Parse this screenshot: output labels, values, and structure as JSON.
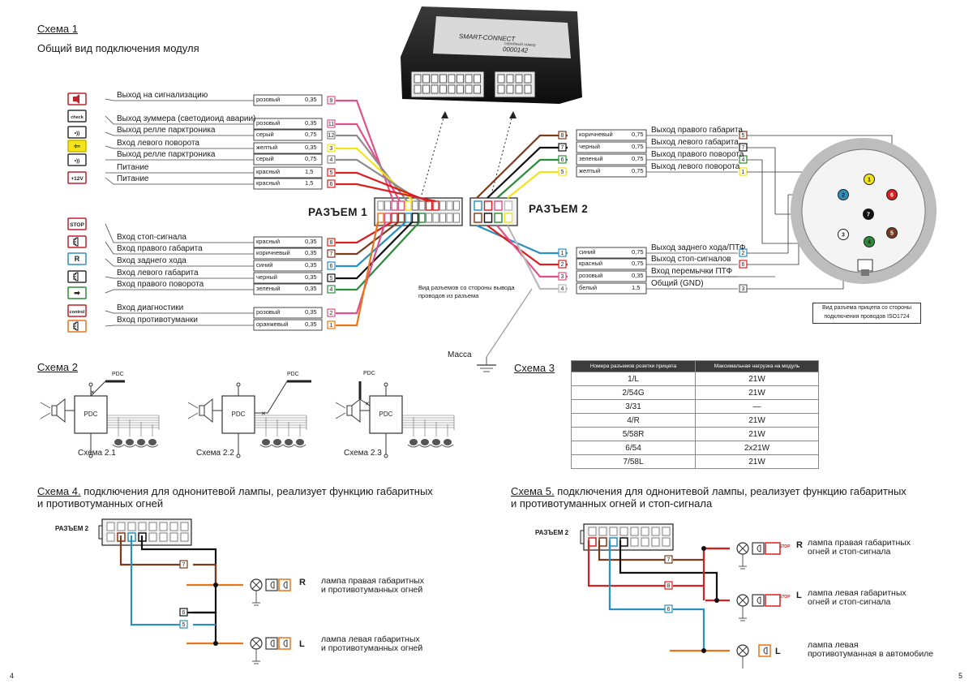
{
  "page_numbers": {
    "left": "4",
    "right": "5"
  },
  "scheme1": {
    "title": "Схема 1",
    "subtitle": "Общий вид подключения модуля",
    "module": {
      "name": "SMART-CONNECT",
      "serial_label": "серийный номер",
      "serial": "0000142"
    },
    "connector1_label": "РАЗЪЕМ 1",
    "connector2_label": "РАЗЪЕМ 2",
    "connector_note": [
      "Вид разъемов со стороны вывода",
      "проводов из разъема"
    ],
    "ground_label": "Масса",
    "left_wires": [
      {
        "icon_text": "",
        "label": "Выход на сигнализацию",
        "color_name": "розовый",
        "section": "0,35",
        "pin": "9",
        "color": "#e0508a"
      },
      {
        "icon_text": "check",
        "label": "Выход  зуммера (светодиоид аварии)",
        "color_name": "розовый",
        "section": "0,35",
        "pin": "11",
        "color": "#e0508a"
      },
      {
        "icon_text": "•))",
        "label": "Выход  релле  парктроника",
        "color_name": "серый",
        "section": "0,75",
        "pin": "12",
        "color": "#8c8c8c"
      },
      {
        "icon_text": "⇦",
        "label": "Вход  левого поворота",
        "color_name": "желтый",
        "section": "0,35",
        "pin": "3",
        "color": "#f2e418"
      },
      {
        "icon_text": "•))",
        "label": "Выход  релле  парктроника",
        "color_name": "серый",
        "section": "0,75",
        "pin": "4",
        "color": "#8c8c8c"
      },
      {
        "icon_text": "",
        "label": "Питание",
        "color_name": "красный",
        "section": "1,5",
        "pin": "5",
        "color": "#d82020"
      },
      {
        "icon_text": "+12V",
        "label": "Питание",
        "color_name": "красный",
        "section": "1,5",
        "pin": "6",
        "color": "#d82020"
      },
      {
        "icon_text": "STOP",
        "label": "Вход  стоп-сигнала",
        "color_name": "красный",
        "section": "0,35",
        "pin": "8",
        "color": "#d82020"
      },
      {
        "icon_text": "",
        "label": "Вход  правого габарита",
        "color_name": "коричневый",
        "section": "0,35",
        "pin": "7",
        "color": "#7a3b1c"
      },
      {
        "icon_text": "R",
        "label": "Вход  заднего хода",
        "color_name": "синий",
        "section": "0,35",
        "pin": "6",
        "color": "#2b8fbf"
      },
      {
        "icon_text": "",
        "label": "Вход  левого габарита",
        "color_name": "черный",
        "section": "0,35",
        "pin": "5",
        "color": "#111111"
      },
      {
        "icon_text": "➡",
        "label": "Вход  правого поворота",
        "color_name": "зеленый",
        "section": "0,35",
        "pin": "4",
        "color": "#2e8b3a"
      },
      {
        "icon_text": "control",
        "label": "Вход  диагностики",
        "color_name": "розовый",
        "section": "0,35",
        "pin": "2",
        "color": "#e0508a"
      },
      {
        "icon_text": "",
        "label": "Вход  противотуманки",
        "color_name": "оранжевый",
        "section": "0,35",
        "pin": "1",
        "color": "#e8751a"
      }
    ],
    "right_wires": [
      {
        "pin": "8",
        "color_name": "коричневый",
        "section": "0,75",
        "label": "Выход правого габарита",
        "socket": "5",
        "color": "#7a3b1c"
      },
      {
        "pin": "7",
        "color_name": "черный",
        "section": "0,75",
        "label": "Выход левого габарита",
        "socket": "7",
        "color": "#111111"
      },
      {
        "pin": "6",
        "color_name": "зеленый",
        "section": "0,75",
        "label": "Выход правого поворота",
        "socket": "4",
        "color": "#2e8b3a"
      },
      {
        "pin": "5",
        "color_name": "желтый",
        "section": "0,75",
        "label": "Выход левого поворота",
        "socket": "1",
        "color": "#f2e418"
      },
      {
        "pin": "1",
        "color_name": "синий",
        "section": "0,75",
        "label": "Выход заднего хода/ПТФ",
        "socket": "2",
        "color": "#2b8fbf"
      },
      {
        "pin": "2",
        "color_name": "красный",
        "section": "0,75",
        "label": "Выход  стоп-сигналов",
        "socket": "6",
        "color": "#d82020"
      },
      {
        "pin": "3",
        "color_name": "розовый",
        "section": "0,35",
        "label": "Вход перемычки ПТФ",
        "socket": "",
        "color": "#e0508a"
      },
      {
        "pin": "4",
        "color_name": "белый",
        "section": "1,5",
        "label": "Общий (GND)",
        "socket": "3",
        "color": "#bbbbbb"
      }
    ],
    "trailer_socket": {
      "note": [
        "Вид разъема прицепа со стороны",
        "подключения проводов ISO1724"
      ],
      "pins": [
        {
          "num": "1",
          "color": "#f2e418"
        },
        {
          "num": "2",
          "color": "#2b8fbf"
        },
        {
          "num": "3",
          "color": "#ffffff"
        },
        {
          "num": "4",
          "color": "#2e8b3a"
        },
        {
          "num": "5",
          "color": "#7a3b1c"
        },
        {
          "num": "6",
          "color": "#d82020"
        },
        {
          "num": "7",
          "color": "#111111"
        }
      ]
    }
  },
  "scheme2": {
    "title": "Схема 2",
    "subs": [
      "Схема 2.1",
      "Схема 2.2",
      "Схема 2.3"
    ],
    "box_label": "PDC",
    "wire_label": "PDC"
  },
  "scheme3": {
    "title": "Схема 3",
    "headers": [
      "Номера разъемов розетки прицепа",
      "Максимальная нагрузка на модуль"
    ],
    "rows": [
      [
        "1/L",
        "21W"
      ],
      [
        "2/54G",
        "21W"
      ],
      [
        "3/31",
        "—"
      ],
      [
        "4/R",
        "21W"
      ],
      [
        "5/58R",
        "21W"
      ],
      [
        "6/54",
        "2x21W"
      ],
      [
        "7/58L",
        "21W"
      ]
    ]
  },
  "scheme4": {
    "title_u": "Схема 4.",
    "title_rest": " подключения для однонитевой лампы, реализует функцию габаритных",
    "title_line2": "и противотуманных огней",
    "connector_label": "РАЗЪЕМ 2",
    "lamp_right": [
      "лампа правая габаритных",
      "и противотуманных огней"
    ],
    "lamp_left": [
      "лампа левая габаритных",
      "и противотуманных огней"
    ],
    "side_r": "R",
    "side_l": "L",
    "pins": [
      "7",
      "6",
      "5"
    ]
  },
  "scheme5": {
    "title_u": "Схема 5.",
    "title_rest": " подключения для однонитевой лампы, реализует функцию габаритных",
    "title_line2": "и противотуманных огней и стоп-сигнала",
    "connector_label": "РАЗЪЕМ 2",
    "lamp_right": [
      "лампа правая габаритных",
      "огней и стоп-сигнала"
    ],
    "lamp_left": [
      "лампа левая габаритных",
      "огней и стоп-сигнала"
    ],
    "lamp_fog": [
      "лампа левая",
      "противотуманная в автомобиле"
    ],
    "side_r": "R",
    "side_l": "L",
    "stop": "STOP",
    "pins": [
      "7",
      "8",
      "6"
    ]
  }
}
